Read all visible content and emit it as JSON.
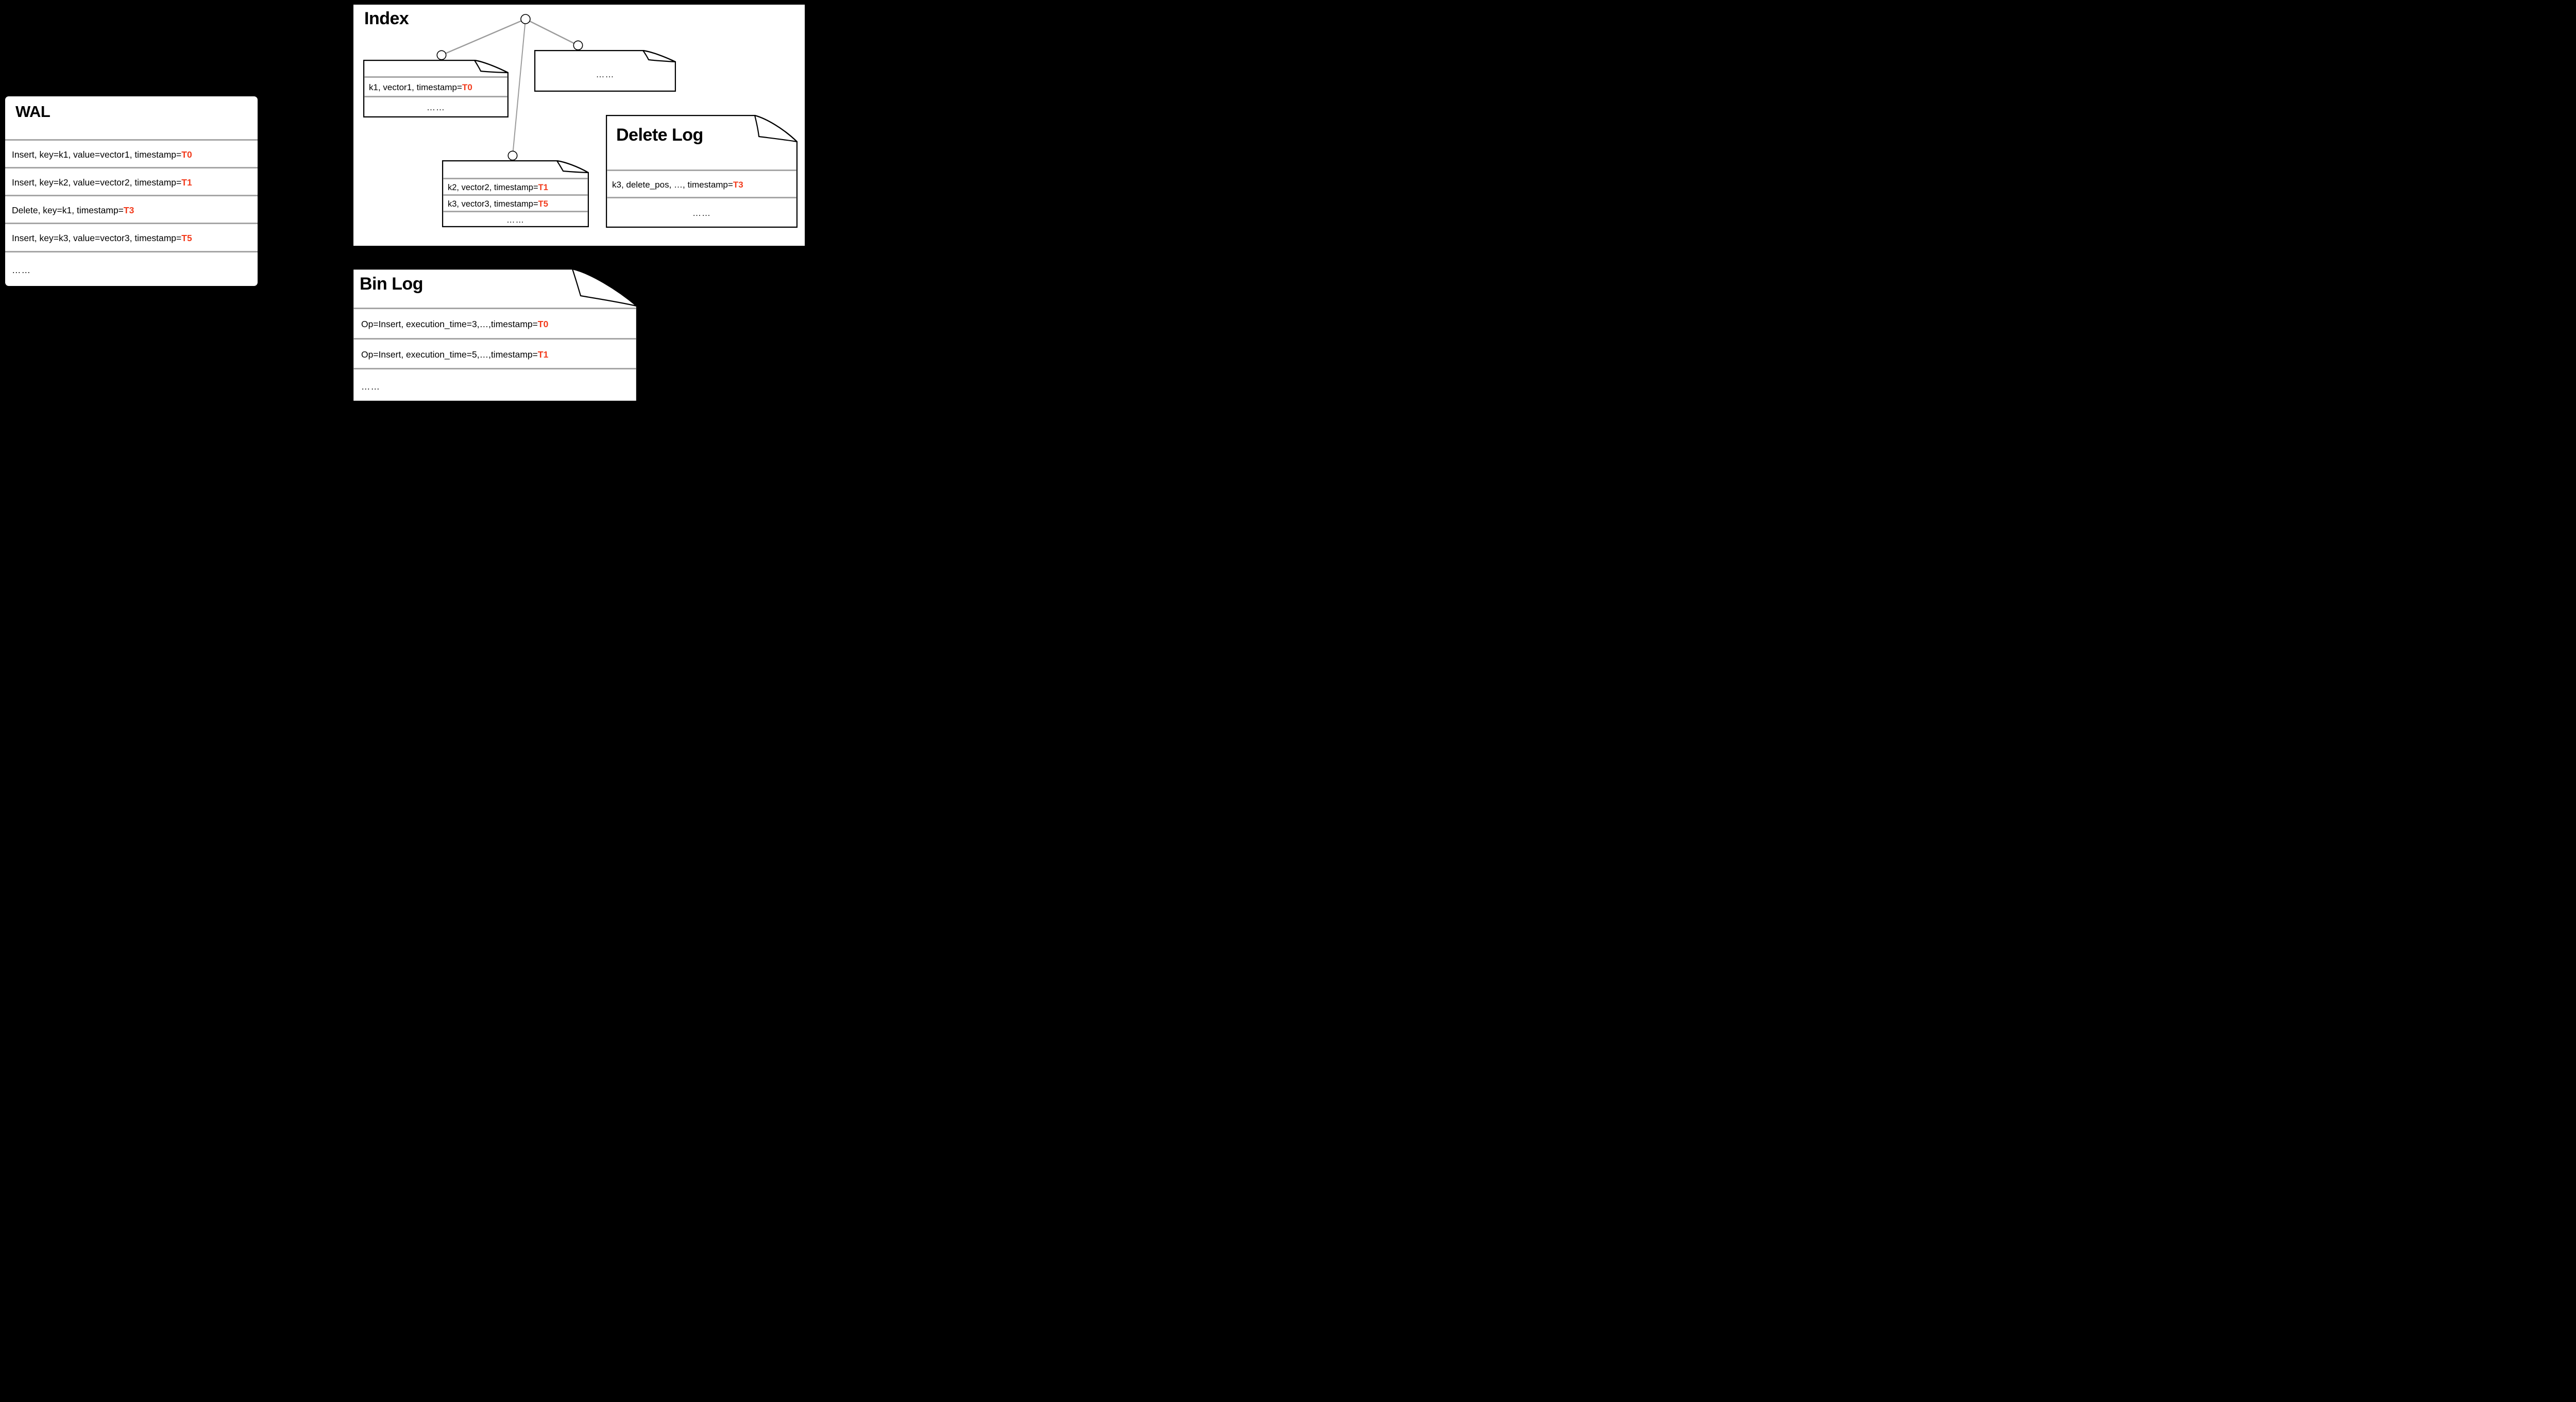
{
  "colors": {
    "accent_red": "#f23a1b",
    "divider_gray": "#a6a6a6",
    "tree_line_gray": "#9b9b9b",
    "paper_white": "#ffffff",
    "background": "#000000"
  },
  "wal": {
    "title": "WAL",
    "rows": [
      {
        "text": "Insert, key=k1, value=vector1, timestamp=",
        "ts": "T0"
      },
      {
        "text": "Insert, key=k2, value=vector2, timestamp=",
        "ts": "T1"
      },
      {
        "text": "Delete, key=k1, timestamp=",
        "ts": "T3"
      },
      {
        "text": "Insert, key=k3, value=vector3, timestamp=",
        "ts": "T5"
      },
      {
        "text": "……",
        "ts": ""
      }
    ]
  },
  "index": {
    "title": "Index",
    "doc_k1": {
      "rows": [
        {
          "text": "k1, vector1, timestamp=",
          "ts": "T0"
        },
        {
          "text": "……",
          "ts": ""
        }
      ]
    },
    "doc_k2": {
      "rows": [
        {
          "text": "k2, vector2, timestamp=",
          "ts": "T1"
        },
        {
          "text": "k3, vector3, timestamp=",
          "ts": "T5"
        },
        {
          "text": "……",
          "ts": ""
        }
      ]
    },
    "doc_more": {
      "text": "……"
    }
  },
  "delete_log": {
    "title": "Delete Log",
    "rows": [
      {
        "text": "k3, delete_pos, …, timestamp=",
        "ts": "T3"
      },
      {
        "text": "……",
        "ts": ""
      }
    ]
  },
  "bin_log": {
    "title": "Bin Log",
    "rows": [
      {
        "text": "Op=Insert, execution_time=3,…,timestamp=",
        "ts": "T0"
      },
      {
        "text": "Op=Insert, execution_time=5,…,timestamp=",
        "ts": "T1"
      },
      {
        "text": "……",
        "ts": ""
      }
    ]
  }
}
